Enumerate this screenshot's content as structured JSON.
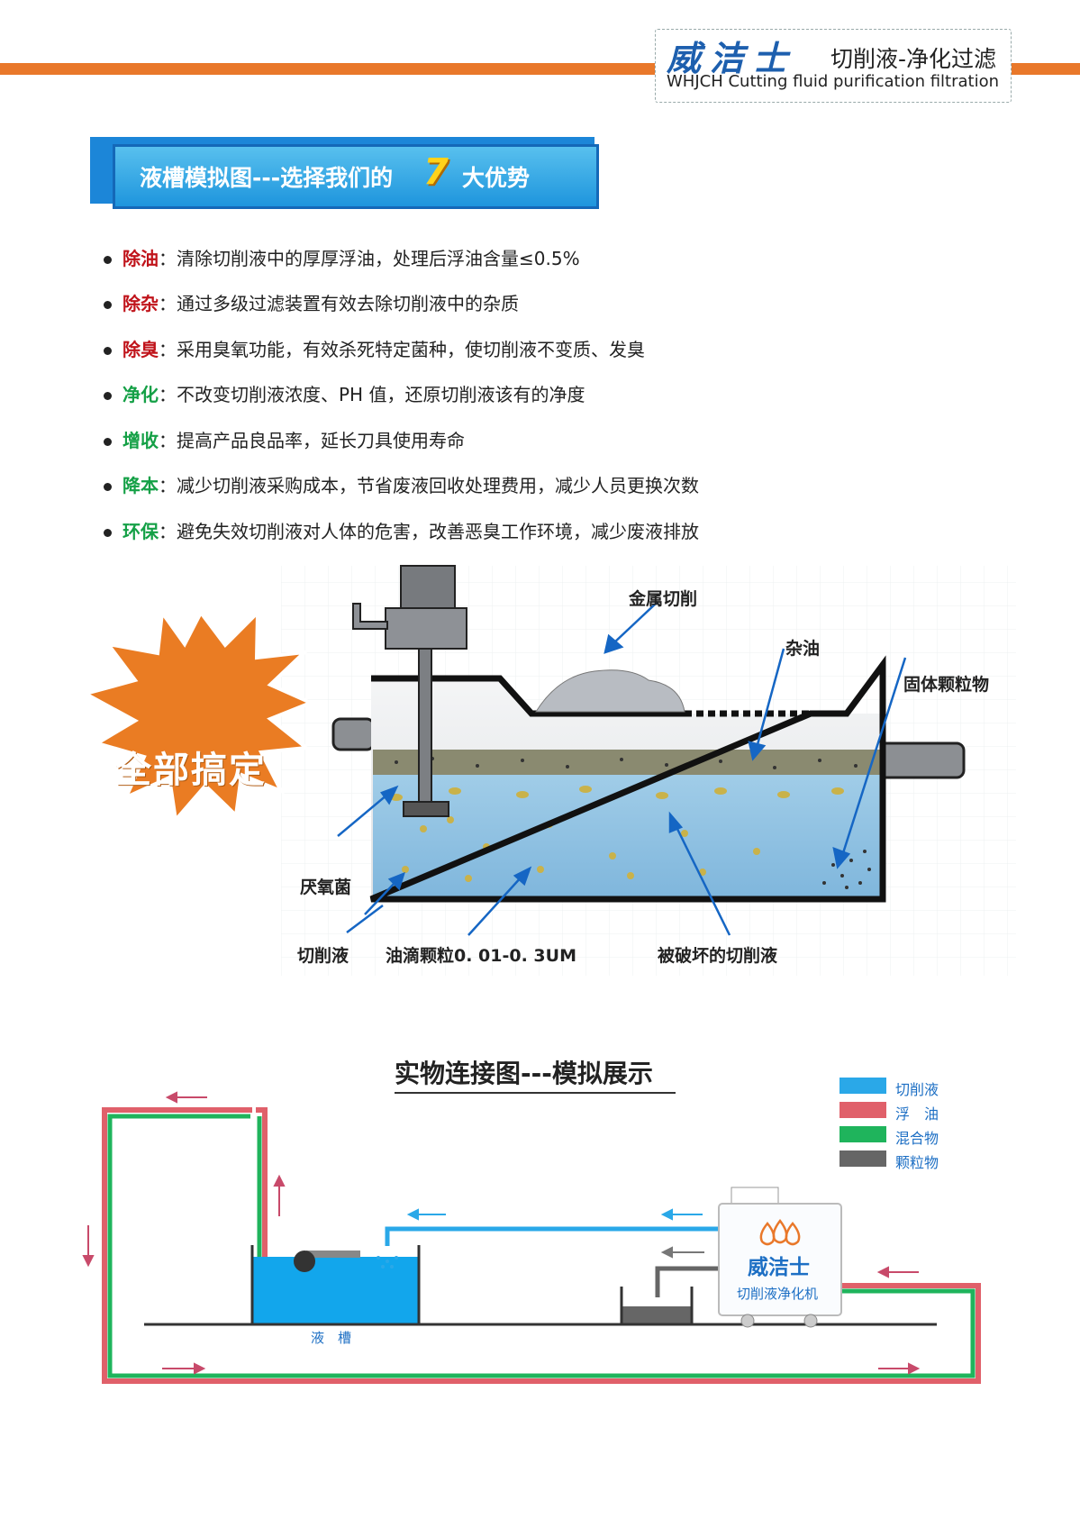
{
  "header": {
    "logo_script": "威洁士",
    "logo_cn": "切削液-净化过滤",
    "logo_en": "WHJCH Cutting fluid purification filtration"
  },
  "banner": {
    "title_part1": "液槽模拟图---选择我们的",
    "number": "7",
    "title_part2": "大优势"
  },
  "advantages": [
    {
      "key": "除油",
      "color": "#c0141b",
      "desc": "清除切削液中的厚厚浮油，处理后浮油含量≤0.5%"
    },
    {
      "key": "除杂",
      "color": "#c0141b",
      "desc": "通过多级过滤装置有效去除切削液中的杂质"
    },
    {
      "key": "除臭",
      "color": "#c0141b",
      "desc": "采用臭氧功能，有效杀死特定菌种，使切削液不变质、发臭"
    },
    {
      "key": "净化",
      "color": "#14a046",
      "desc": "不改变切削液浓度、PH 值，还原切削液该有的净度"
    },
    {
      "key": "增收",
      "color": "#14a046",
      "desc": "提高产品良品率，延长刀具使用寿命"
    },
    {
      "key": "降本",
      "color": "#14a046",
      "desc": "减少切削液采购成本，节省废液回收处理费用，减少人员更换次数"
    },
    {
      "key": "环保",
      "color": "#14a046",
      "desc": "避免失效切削液对人体的危害，改善恶臭工作环境，减少废液排放"
    }
  ],
  "tank_diagram": {
    "starburst_text": "全部搞定",
    "labels": {
      "metal_chips": "金属切削",
      "tramp_oil": "杂油",
      "solid_particles": "固体颗粒物",
      "anaerobic": "厌氧菌",
      "cutting_fluid": "切削液",
      "oil_droplets": "油滴颗粒0. 01-0. 3UM",
      "damaged_fluid": "被破坏的切削液"
    }
  },
  "connection_diagram": {
    "title": "实物连接图---模拟展示",
    "legend": [
      {
        "label": "切削液",
        "color": "#2aa8e8"
      },
      {
        "label": "浮　油",
        "color": "#e0606a"
      },
      {
        "label": "混合物",
        "color": "#1fb45c"
      },
      {
        "label": "颗粒物",
        "color": "#666666"
      }
    ],
    "tank_label": "液　槽",
    "machine_brand": "威洁士",
    "machine_name": "切削液净化机"
  }
}
